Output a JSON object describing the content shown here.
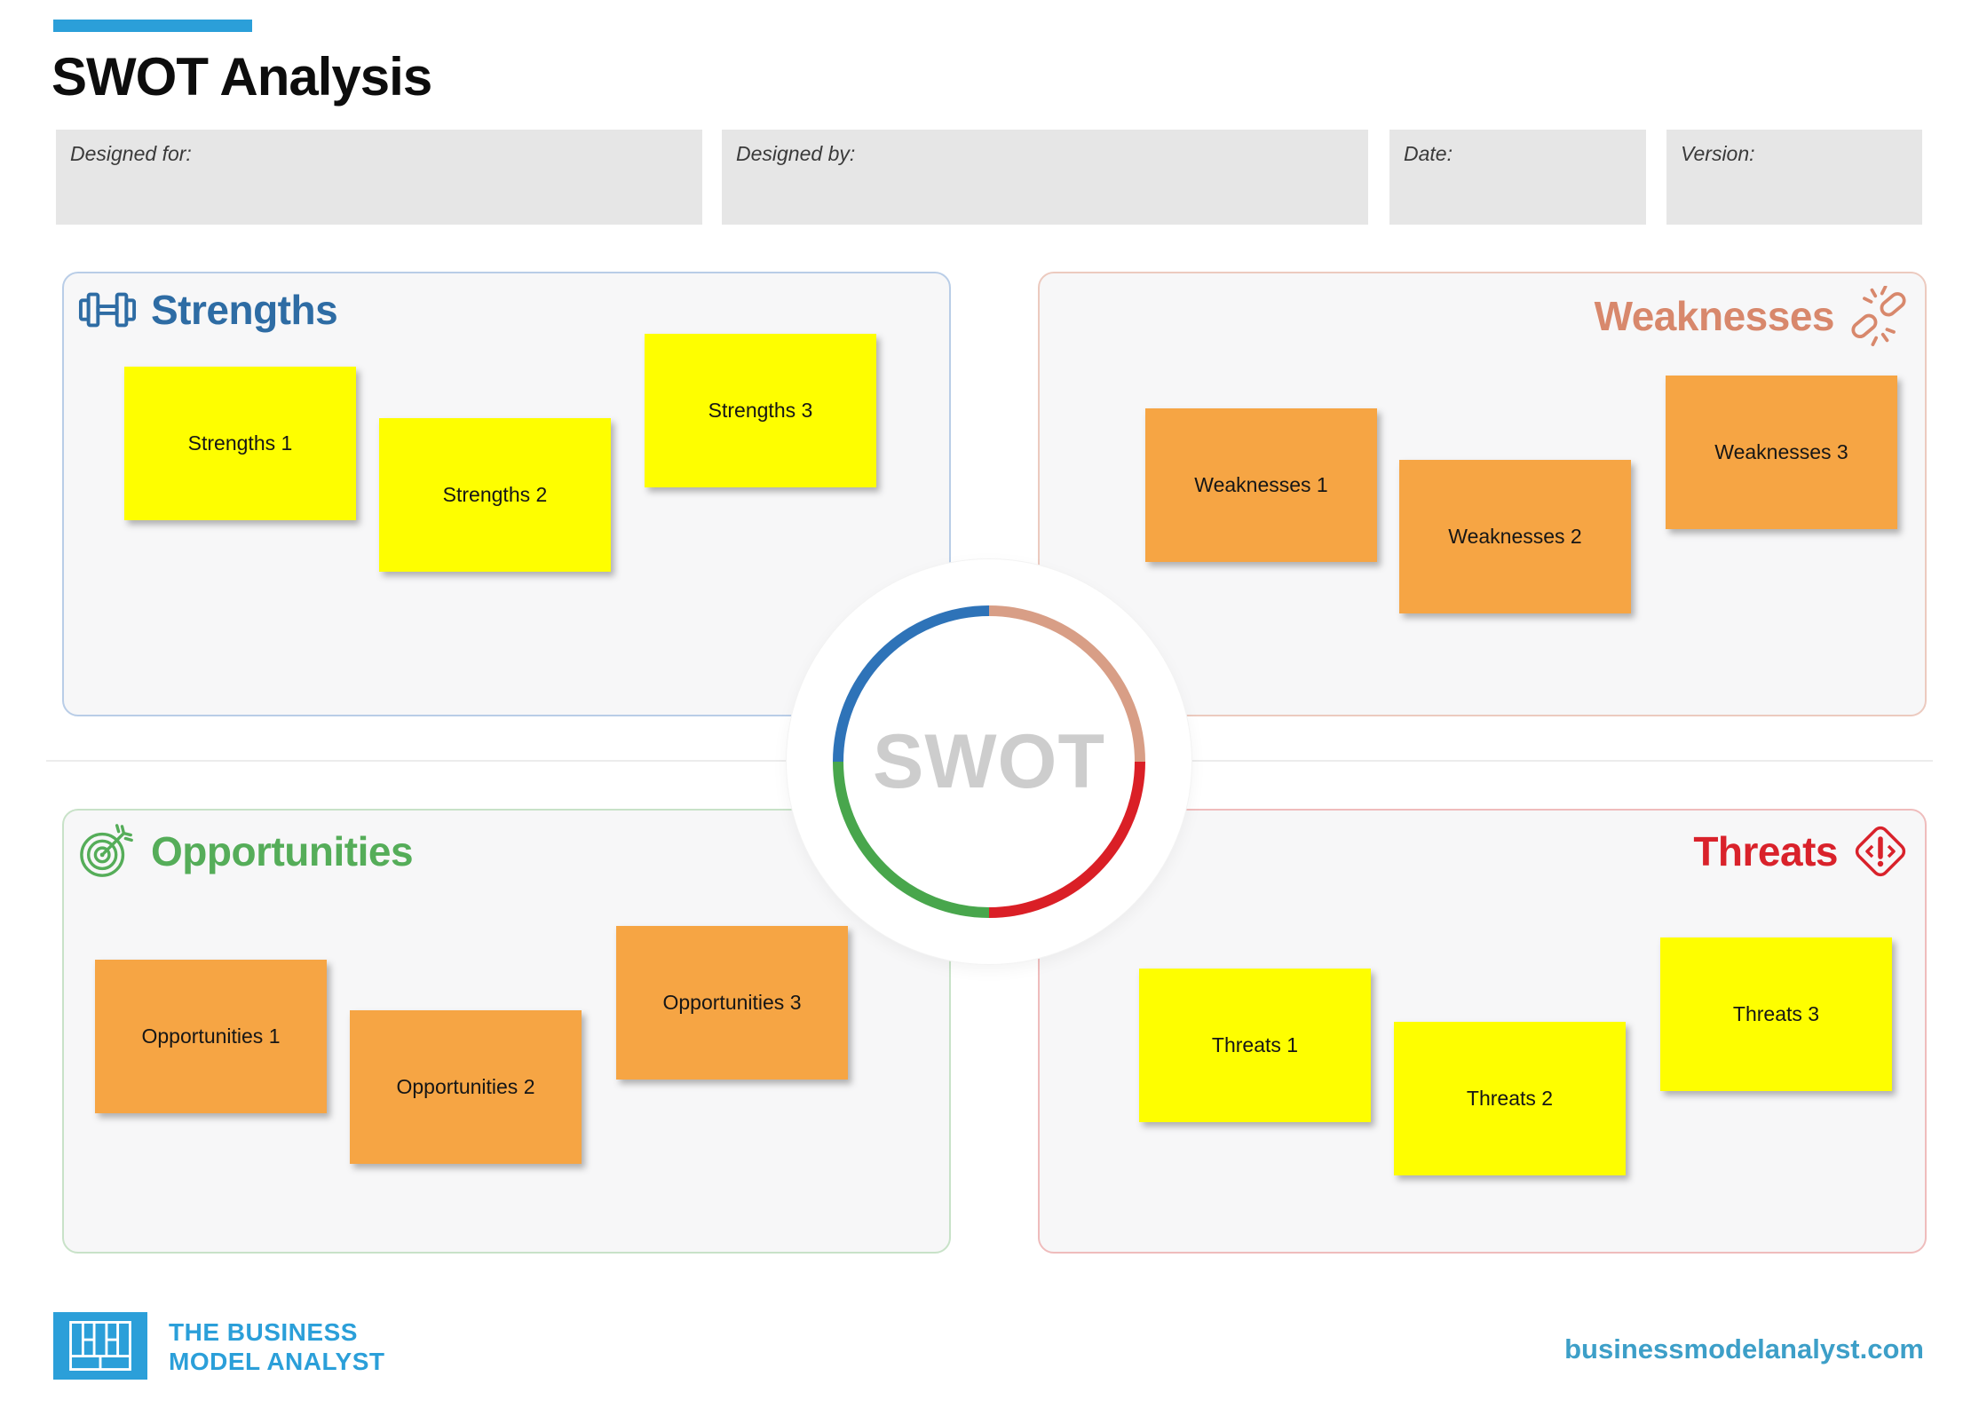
{
  "header": {
    "title": "SWOT Analysis",
    "accent_color": "#2b9fd9"
  },
  "info_fields": [
    {
      "label": "Designed for:"
    },
    {
      "label": "Designed by:"
    },
    {
      "label": "Date:"
    },
    {
      "label": "Version:"
    }
  ],
  "quadrants": {
    "strengths": {
      "title": "Strengths",
      "icon": "dumbbell-icon",
      "title_color": "#2e6ca4",
      "border_color": "#b9cde7",
      "note_color": "#fefe00",
      "notes": [
        {
          "label": "Strengths 1"
        },
        {
          "label": "Strengths 2"
        },
        {
          "label": "Strengths 3"
        }
      ]
    },
    "weaknesses": {
      "title": "Weaknesses",
      "icon": "broken-chain-icon",
      "title_color": "#d8886c",
      "border_color": "#eccabf",
      "note_color": "#f6a544",
      "notes": [
        {
          "label": "Weaknesses 1"
        },
        {
          "label": "Weaknesses 2"
        },
        {
          "label": "Weaknesses 3"
        }
      ]
    },
    "opportunities": {
      "title": "Opportunities",
      "icon": "target-arrow-icon",
      "title_color": "#55ad59",
      "border_color": "#c8e2c8",
      "note_color": "#f6a544",
      "notes": [
        {
          "label": "Opportunities 1"
        },
        {
          "label": "Opportunities 2"
        },
        {
          "label": "Opportunities 3"
        }
      ]
    },
    "threats": {
      "title": "Threats",
      "icon": "warning-diamond-icon",
      "title_color": "#d9222b",
      "border_color": "#efbcbc",
      "note_color": "#fefe00",
      "notes": [
        {
          "label": "Threats 1"
        },
        {
          "label": "Threats 2"
        },
        {
          "label": "Threats 3"
        }
      ]
    }
  },
  "center": {
    "label": "SWOT",
    "label_color": "#cdcdcd",
    "ring_colors": {
      "strengths": "#2e73b8",
      "weaknesses": "#d89e86",
      "opportunities": "#48a64c",
      "threats": "#da1f26"
    }
  },
  "footer": {
    "brand_line1": "THE BUSINESS",
    "brand_line2": "MODEL ANALYST",
    "brand_color": "#2b9fd9",
    "website": "businessmodelanalyst.com"
  }
}
